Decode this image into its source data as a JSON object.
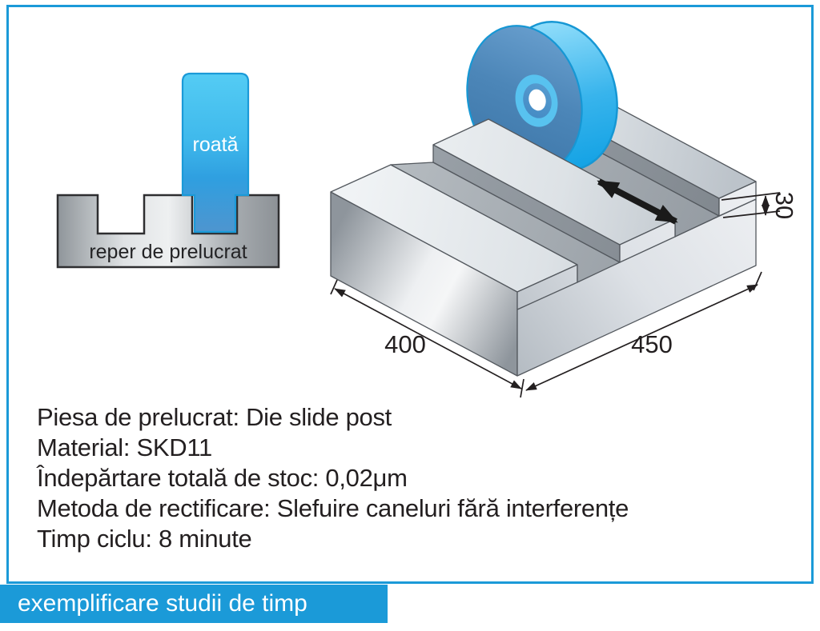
{
  "left_diagram": {
    "wheel_label": "roată",
    "workpiece_label": "reper de prelucrat"
  },
  "right_diagram": {
    "width_dim": "400",
    "length_dim": "450",
    "depth_dim": "30"
  },
  "specs": {
    "lines": [
      "Piesa de prelucrat: Die slide post",
      "Material: SKD11",
      "Îndepărtare totală de stoc: 0,02μm",
      "Metoda de rectificare: Slefuire caneluri fără interferențe",
      "Timp ciclu: 8 minute"
    ]
  },
  "banner": {
    "label": "exemplificare studii de timp"
  },
  "colors": {
    "accent": "#1b9ad8",
    "text": "#231f20",
    "wheel_face_blue": "#4a82b8",
    "wheel_rim_cyan": "#38b4ec",
    "metal_light": "#eef0f2",
    "metal_dark": "#8f959c",
    "arrow_black": "#1a1a1a"
  }
}
